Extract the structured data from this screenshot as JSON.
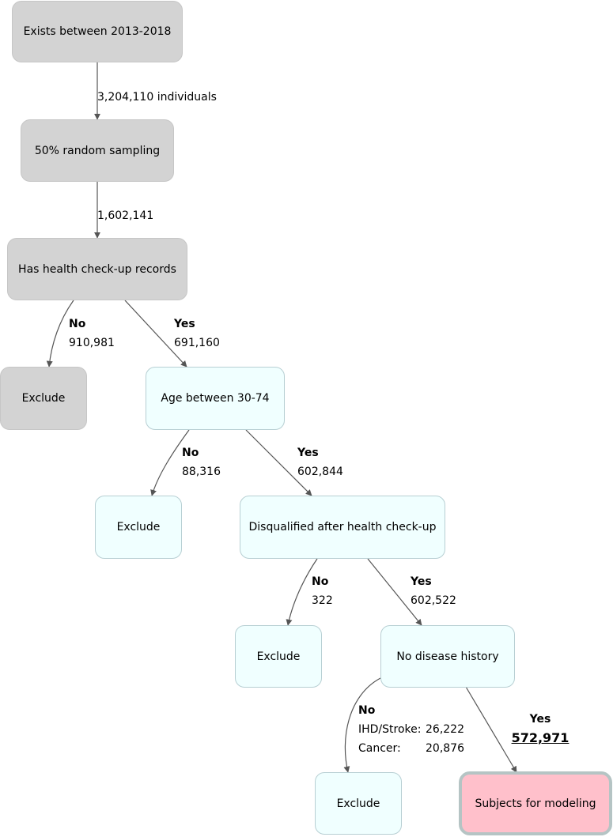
{
  "nodes": {
    "exists": "Exists between 2013-2018",
    "sampling": "50% random sampling",
    "health": "Has health check-up records",
    "exclude1": "Exclude",
    "age": "Age between 30-74",
    "exclude2": "Exclude",
    "disq": "Disqualified after health check-up",
    "exclude3": "Exclude",
    "nodisease": "No disease history",
    "exclude4": "Exclude",
    "subjects": "Subjects for modeling"
  },
  "edges": {
    "e1": "3,204,110 individuals",
    "e2": "1,602,141",
    "health_no_label": "No",
    "health_no_count": "910,981",
    "health_yes_label": "Yes",
    "health_yes_count": "691,160",
    "age_no_label": "No",
    "age_no_count": "88,316",
    "age_yes_label": "Yes",
    "age_yes_count": "602,844",
    "disq_no_label": "No",
    "disq_no_count": "322",
    "disq_yes_label": "Yes",
    "disq_yes_count": "602,522",
    "nd_no_label": "No",
    "nd_no_items": [
      {
        "name": "IHD/Stroke:",
        "count": "26,222"
      },
      {
        "name": "Cancer:",
        "count": "20,876"
      }
    ],
    "nd_yes_label": "Yes",
    "nd_yes_count": "572,971"
  },
  "colors": {
    "gray_node": "#d3d3d3",
    "cyan_node": "#f0ffff",
    "final_node": "#ffc0cb",
    "edge": "#555555"
  }
}
